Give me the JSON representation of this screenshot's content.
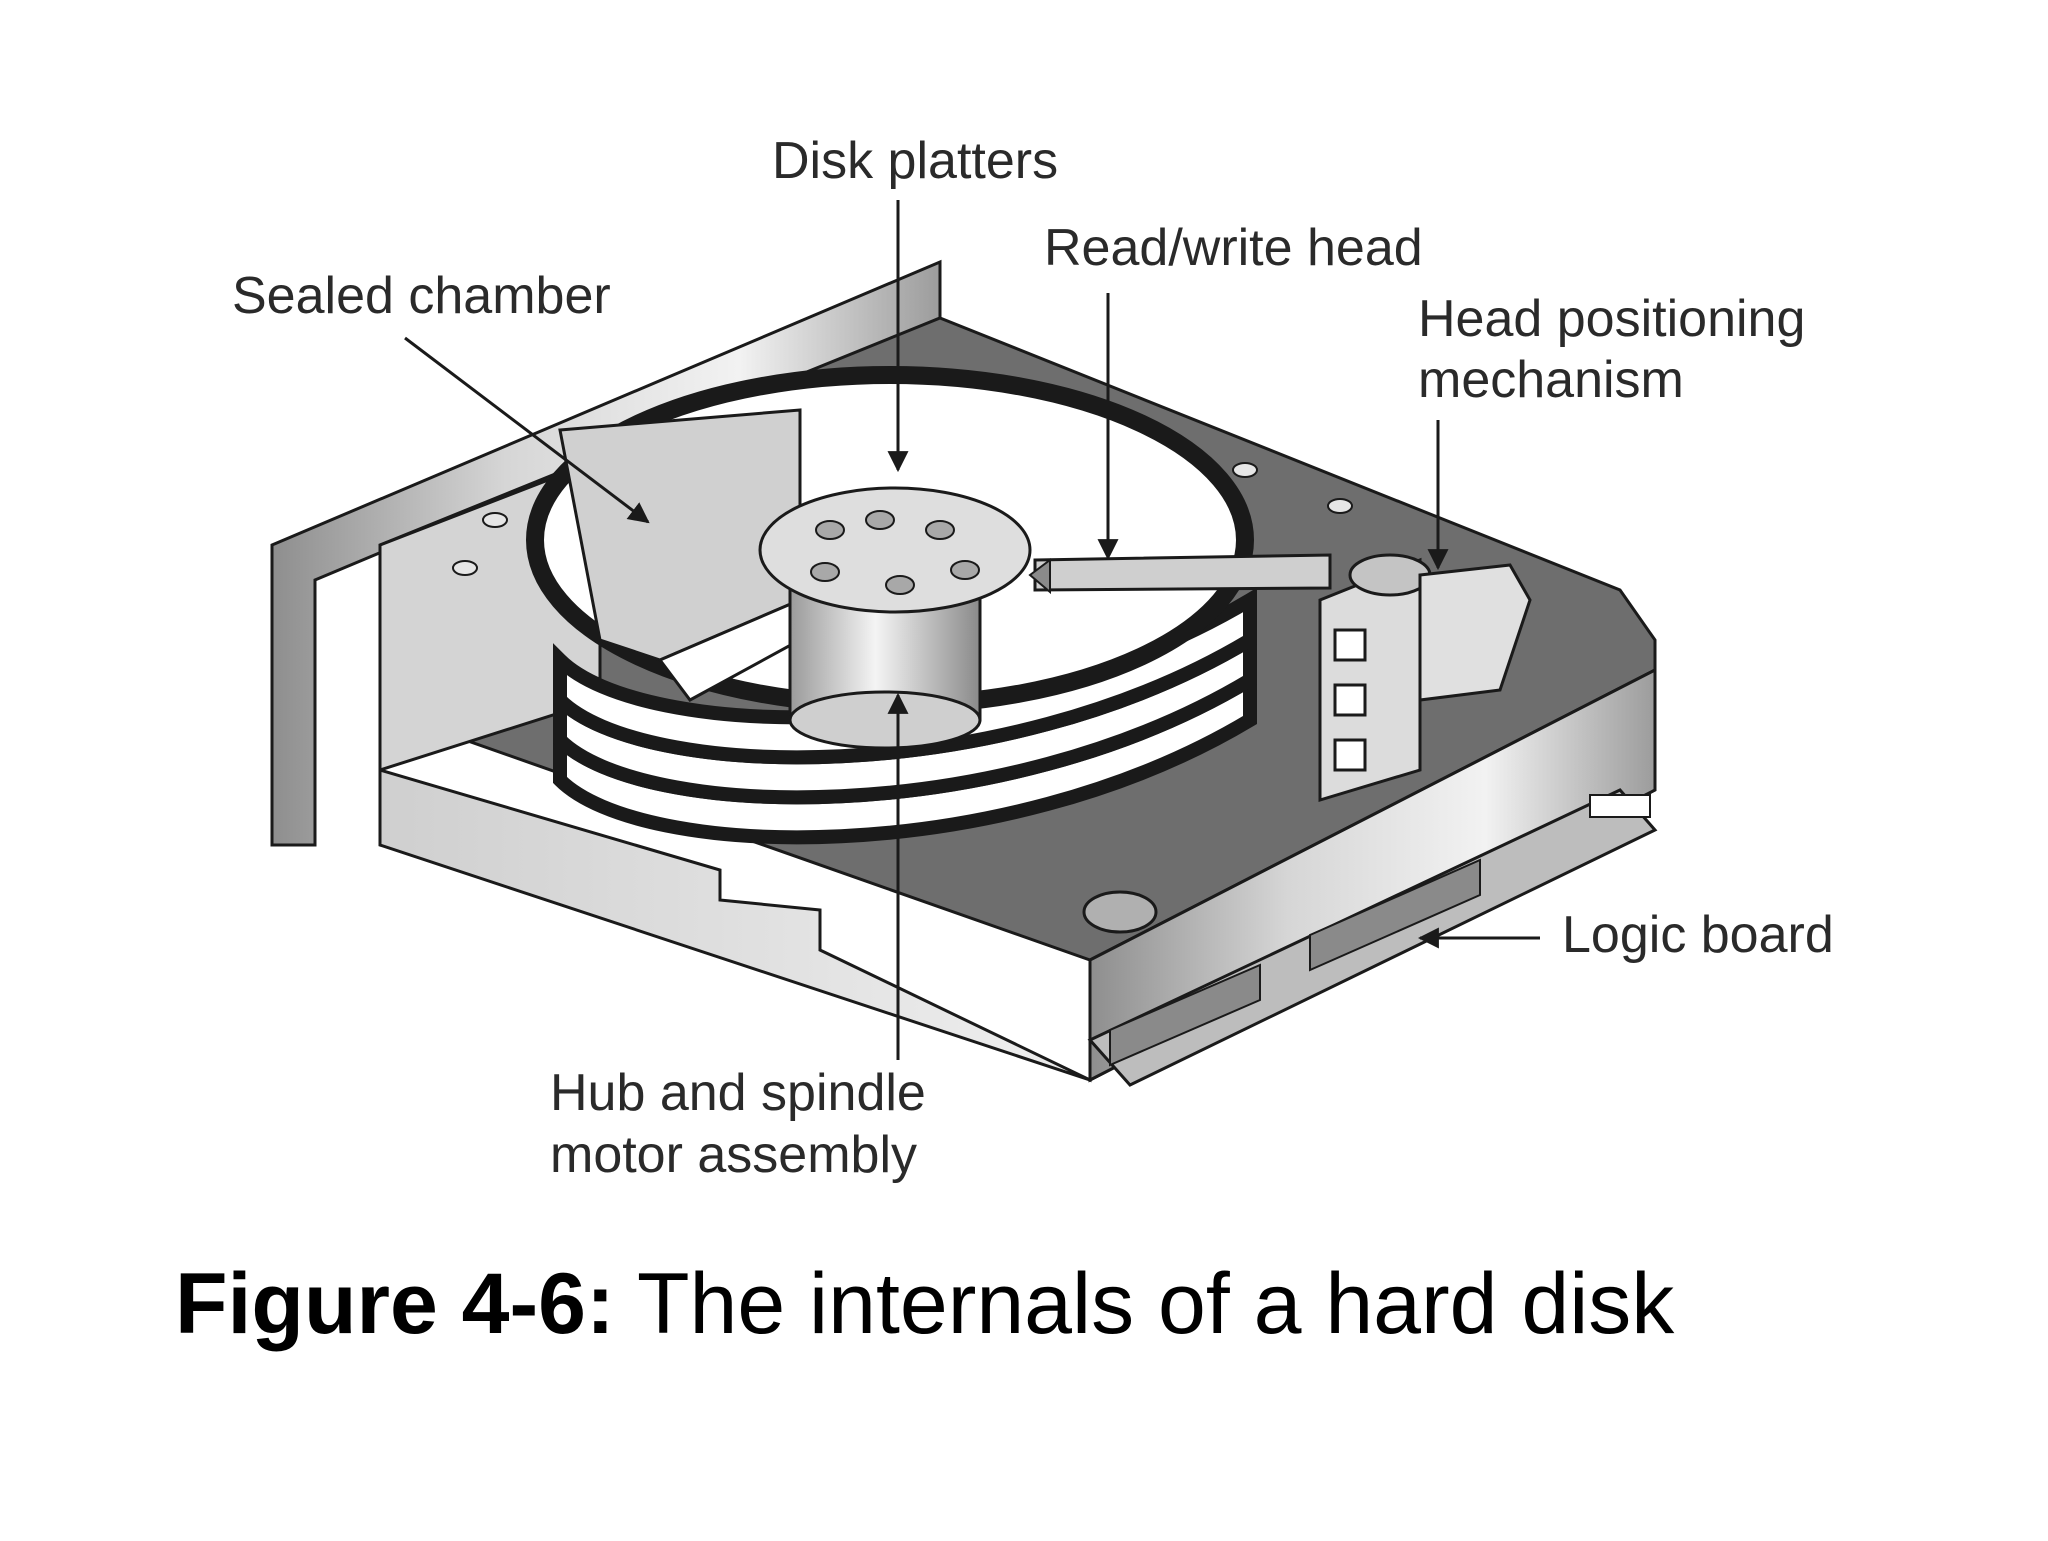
{
  "figure": {
    "caption_number": "Figure 4-6:",
    "caption_text": "The internals of a hard disk"
  },
  "diagram": {
    "subject": "hard disk cutaway",
    "labels": {
      "disk_platters": "Disk platters",
      "sealed_chamber": "Sealed chamber",
      "read_write_head": "Read/write head",
      "head_positioning_line1": "Head positioning",
      "head_positioning_line2": "mechanism",
      "logic_board": "Logic board",
      "hub_spindle_line1": "Hub and spindle",
      "hub_spindle_line2": "motor assembly"
    }
  }
}
